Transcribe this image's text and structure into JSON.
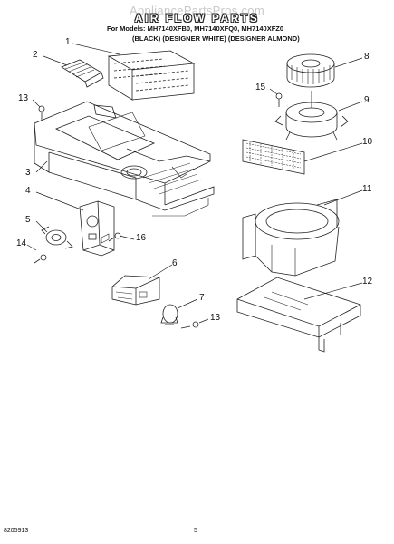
{
  "header": {
    "watermark": "AppliancePartsPros.com",
    "title": "AIR FLOW PARTS",
    "models_line": "For Models: MH7140XFB0, MH7140XFQ0, MH7140XFZ0",
    "colors_line": "(BLACK) (DESIGNER WHITE) (DESIGNER ALMOND)"
  },
  "callouts": [
    "1",
    "2",
    "3",
    "4",
    "5",
    "6",
    "7",
    "8",
    "9",
    "10",
    "11",
    "12",
    "13",
    "13",
    "14",
    "15",
    "16"
  ],
  "footer": {
    "doc_number": "8205913",
    "page_number": "5"
  }
}
